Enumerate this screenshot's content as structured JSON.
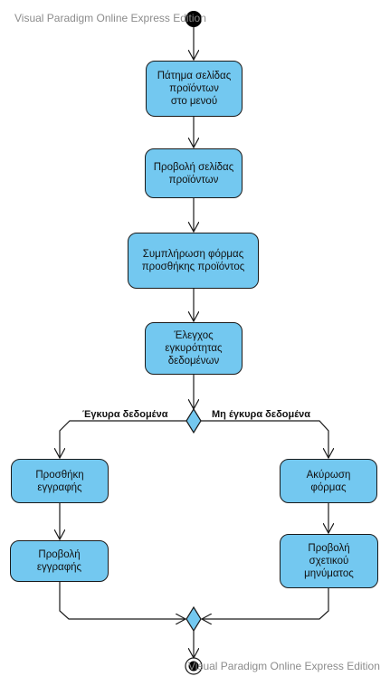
{
  "watermark_top": "Visual Paradigm Online Express Edition",
  "watermark_bottom": "Visual Paradigm Online Express Edition",
  "colors": {
    "action_fill": "#73c8f0",
    "stroke": "#1a1a1a"
  },
  "actions": {
    "click_products_page": "Πάτημα σελίδας\nπροϊόντων\nστο μενού",
    "view_products_page": "Προβολή σελίδας\nπροϊόντων",
    "fill_add_product_form": "Συμπλήρωση φόρμας\nπροσθήκης προϊόντος",
    "validate_data": "Έλεγχος\nεγκυρότητας\nδεδομένων",
    "add_record": "Προσθήκη\nεγγραφής",
    "view_record": "Προβολή\nεγγραφής",
    "cancel_form": "Ακύρωση\nφόρμας",
    "view_message": "Προβολή\nσχετικού\nμηνύματος"
  },
  "guards": {
    "valid": "Έγκυρα δεδομένα",
    "invalid": "Μη έγκυρα δεδομένα"
  }
}
